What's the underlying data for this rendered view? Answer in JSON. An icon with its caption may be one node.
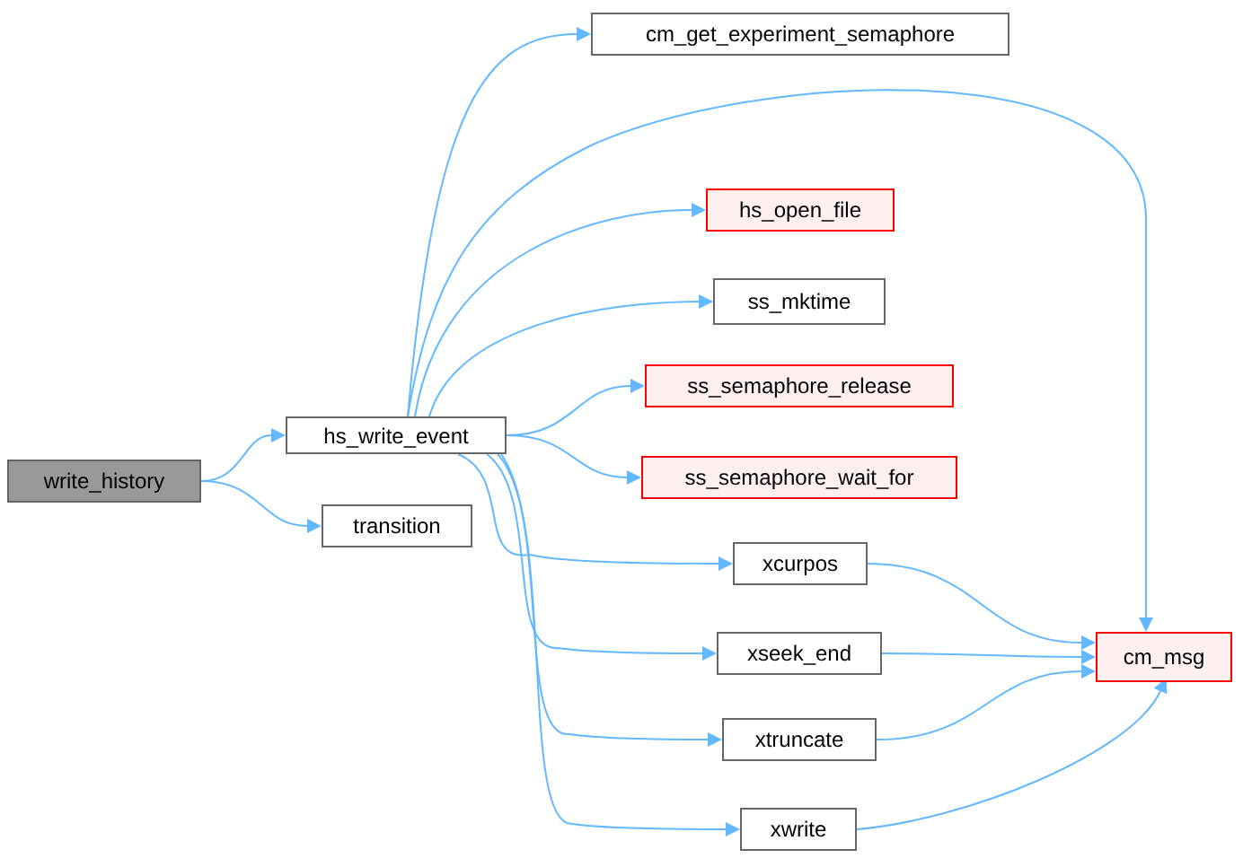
{
  "diagram": {
    "nodes": [
      {
        "text": [
          "write_history"
        ]
      },
      {
        "text": [
          "hs_write_event"
        ]
      },
      {
        "text": [
          "transition"
        ]
      },
      {
        "text": [
          "cm_get_experiment_semaphore"
        ]
      },
      {
        "text": [
          "hs_open_file"
        ]
      },
      {
        "text": [
          "ss_mktime"
        ]
      },
      {
        "text": [
          "ss_semaphore_release"
        ]
      },
      {
        "text": [
          "ss_semaphore_wait_for"
        ]
      },
      {
        "text": [
          "xcurpos"
        ]
      },
      {
        "text": [
          "xseek_end"
        ]
      },
      {
        "text": [
          "xtruncate"
        ]
      },
      {
        "text": [
          "xwrite"
        ]
      },
      {
        "text": [
          "cm_msg"
        ]
      }
    ],
    "edges": [
      {
        "from": 0,
        "to": 1,
        "arrow": "to"
      },
      {
        "from": 0,
        "to": 2,
        "arrow": "to"
      },
      {
        "from": 1,
        "to": 3,
        "arrow": "to"
      },
      {
        "from": 1,
        "to": 12,
        "arrow": "to"
      },
      {
        "from": 1,
        "to": 4,
        "arrow": "to"
      },
      {
        "from": 1,
        "to": 5,
        "arrow": "to"
      },
      {
        "from": 1,
        "to": 6,
        "arrow": "to"
      },
      {
        "from": 1,
        "to": 7,
        "arrow": "to"
      },
      {
        "from": 1,
        "to": 8,
        "arrow": "to"
      },
      {
        "from": 1,
        "to": 9,
        "arrow": "to"
      },
      {
        "from": 1,
        "to": 10,
        "arrow": "to"
      },
      {
        "from": 1,
        "to": 11,
        "arrow": "to"
      },
      {
        "from": 8,
        "to": 12,
        "arrow": "to"
      },
      {
        "from": 9,
        "to": 12,
        "arrow": "to"
      },
      {
        "from": 10,
        "to": 12,
        "arrow": "to"
      },
      {
        "from": 11,
        "to": 12,
        "arrow": "to"
      }
    ]
  }
}
